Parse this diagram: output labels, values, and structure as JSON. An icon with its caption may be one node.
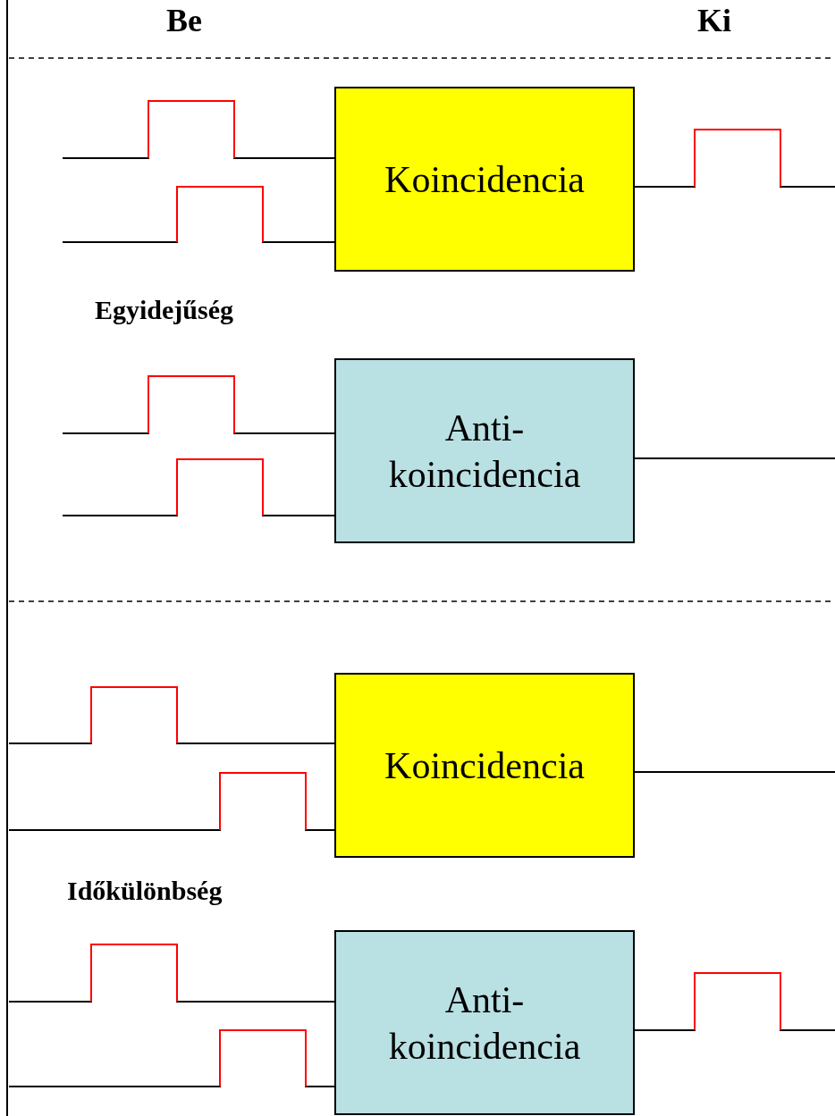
{
  "diagram": {
    "nodes": [
      {
        "text": [
          "Koincidencia"
        ]
      },
      {
        "text": [
          "Anti- koincidencia"
        ]
      },
      {
        "text": [
          "Koincidencia"
        ]
      },
      {
        "text": [
          "Anti- koincidencia"
        ]
      }
    ],
    "edges": [
      {
        "from": null,
        "to": 0,
        "arrow": "none"
      },
      {
        "from": null,
        "to": 0,
        "arrow": "none"
      },
      {
        "from": 0,
        "to": null,
        "arrow": "none"
      },
      {
        "from": null,
        "to": 1,
        "arrow": "none"
      },
      {
        "from": null,
        "to": 1,
        "arrow": "none"
      },
      {
        "from": 1,
        "to": null,
        "arrow": "none"
      },
      {
        "from": null,
        "to": 2,
        "arrow": "none"
      },
      {
        "from": null,
        "to": 2,
        "arrow": "none"
      },
      {
        "from": 2,
        "to": null,
        "arrow": "none"
      },
      {
        "from": null,
        "to": 3,
        "arrow": "none"
      },
      {
        "from": null,
        "to": 3,
        "arrow": "none"
      },
      {
        "from": 3,
        "to": null,
        "arrow": "none"
      }
    ],
    "labels": [
      "Be",
      "Ki",
      "Egyidejűség",
      "Időkülönbség"
    ]
  }
}
